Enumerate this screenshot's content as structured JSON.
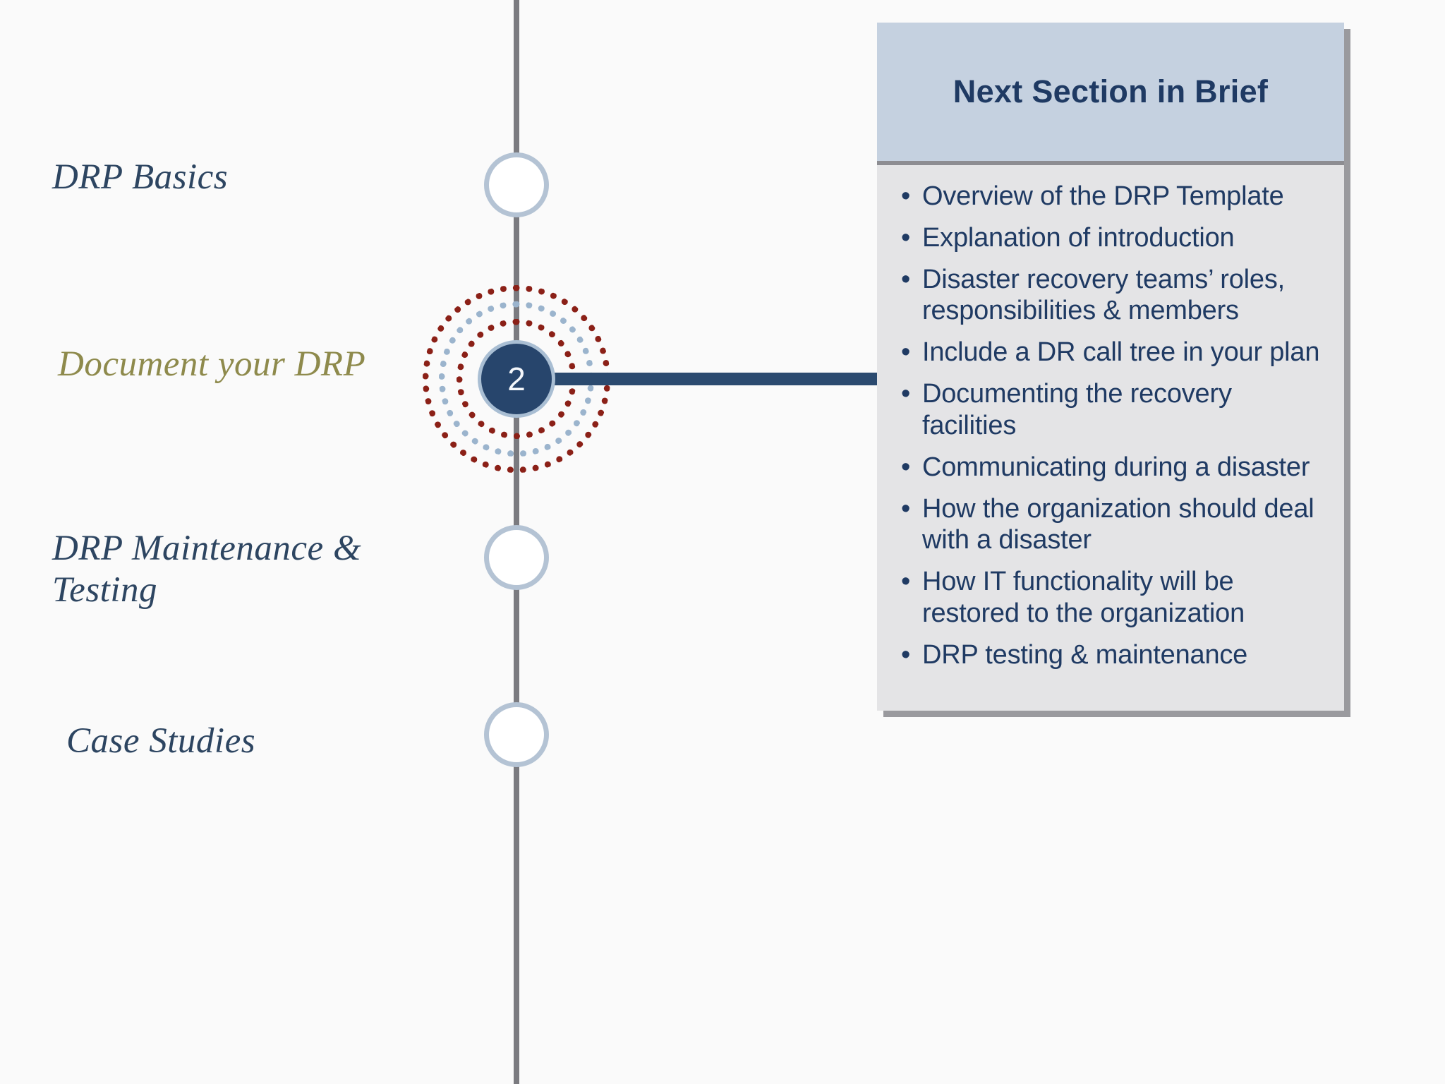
{
  "slide": {
    "background_color": "#fafafa",
    "accent_navy": "#27456c",
    "accent_gold": "#8e8a4c",
    "accent_red": "#8b2017",
    "accent_lightblue": "#9bb4cd"
  },
  "timeline": {
    "spine_color": "#7b7b80",
    "active_step_number": "2",
    "items": [
      {
        "label": "DRP Basics",
        "state": "inactive"
      },
      {
        "label": "Document your DRP",
        "state": "active"
      },
      {
        "label": "DRP Maintenance  &\nTesting",
        "state": "inactive"
      },
      {
        "label": "Case Studies",
        "state": "inactive"
      }
    ]
  },
  "panel": {
    "title": "Next Section in Brief",
    "header_color": "#c5d1e0",
    "body_color": "#e4e4e6",
    "bullet_glyph": "•",
    "bullets": [
      "Overview of the DRP Template",
      "Explanation of introduction",
      "Disaster recovery teams’ roles, responsibilities & members",
      "Include a DR call tree in your plan",
      "Documenting the recovery facilities",
      "Communicating during a disaster",
      "How the organization should deal with a disaster",
      "How IT functionality will be restored to the organization",
      "DRP testing & maintenance"
    ]
  }
}
